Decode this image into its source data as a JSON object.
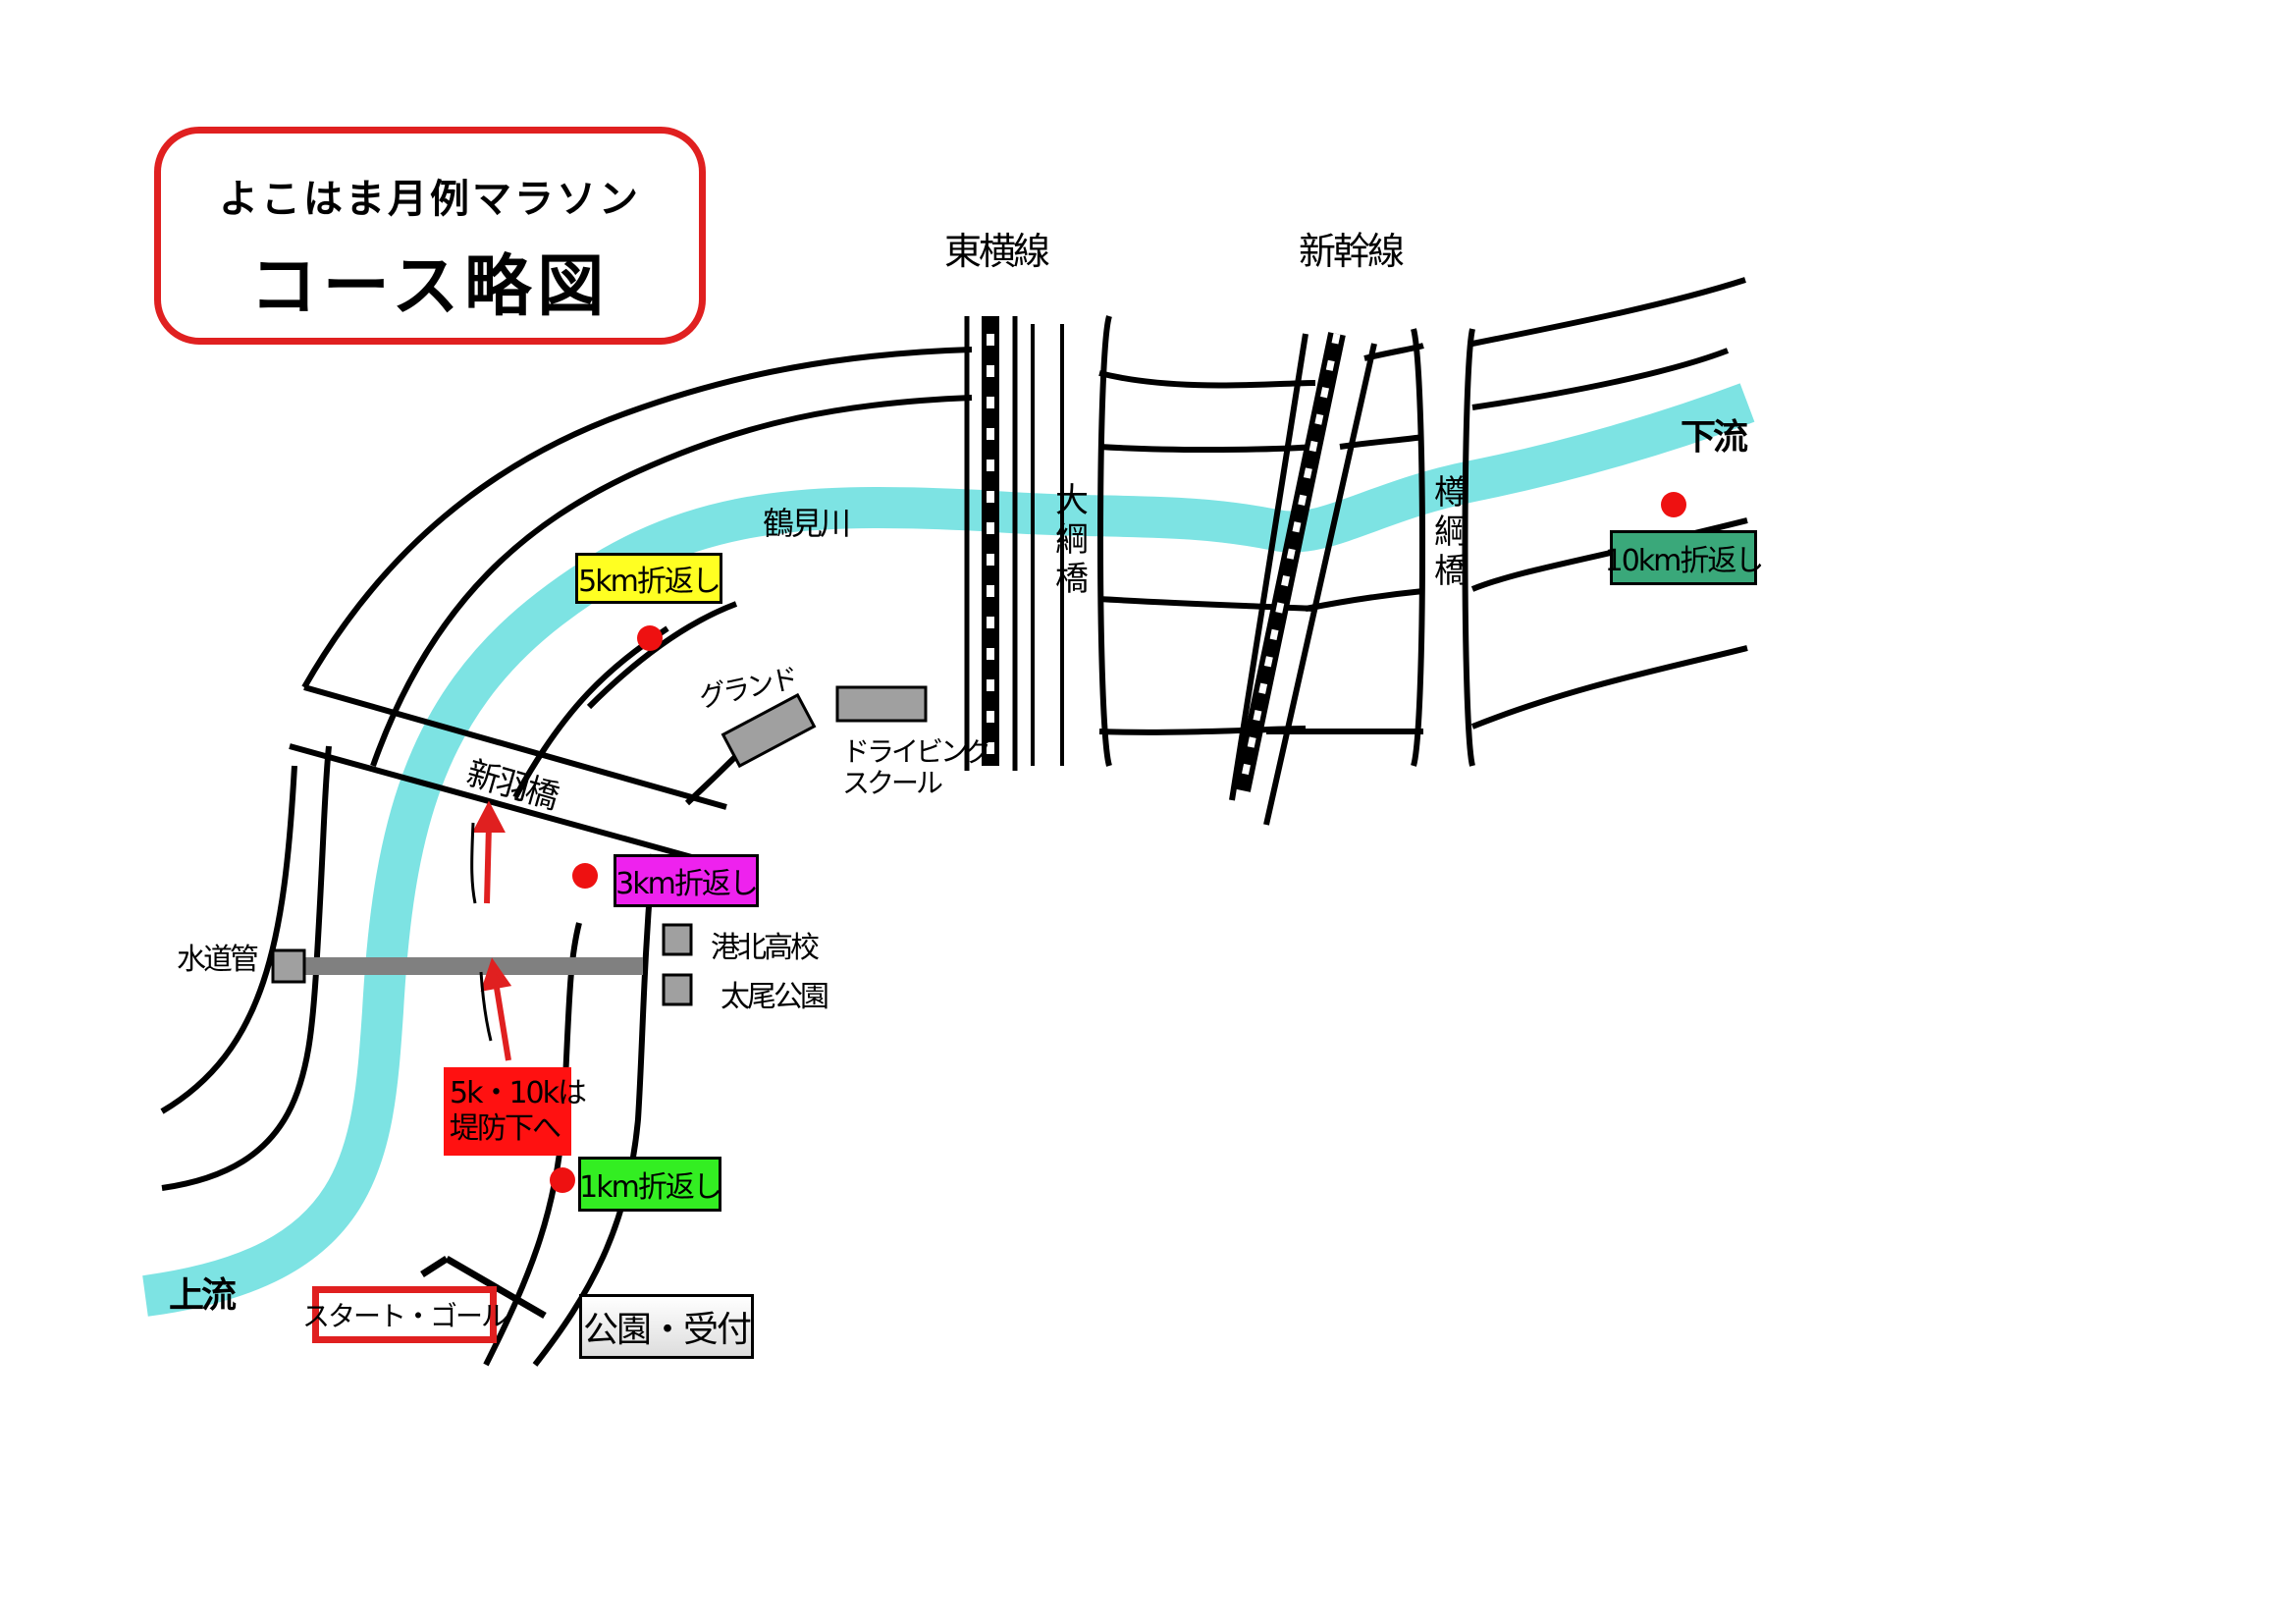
{
  "title": {
    "subtitle": "よこはま月例マラソン",
    "main": "コース略図"
  },
  "labels": {
    "toyoko_line": "東横線",
    "shinkansen": "新幹線",
    "tsurumi_river": "鶴見川",
    "downstream": "下流",
    "upstream": "上流",
    "ootsuna_bridge": "大綱橋",
    "taru_tsuna_bridge": "樽綱橋",
    "shinhane_bridge": "新羽橋",
    "ground": "グランド",
    "driving_school": "ドライビング\nスクール",
    "water_pipe": "水道管",
    "kohoku_high": "港北高校",
    "oo_park": "太尾公園"
  },
  "checkpoints": {
    "turn_5km": "5km折返し",
    "turn_3km": "3km折返し",
    "turn_10km": "10km折返し",
    "turn_1km": "1km折返し",
    "note_5k10k": "5k・10kは\n堤防下へ",
    "start_goal": "スタート・ゴール",
    "park_reception": "公園・受付"
  },
  "colors": {
    "river": "#7de3e3",
    "title_border": "#e02020",
    "marker": "#ee1111",
    "turn_5km_fill": "#ffff22",
    "turn_3km_fill": "#ee22ee",
    "turn_10km_fill": "#3aa87a",
    "turn_1km_fill": "#33ee22",
    "note_fill": "#ff1111",
    "building_fill": "#a0a0a0",
    "pipe": "#808080"
  }
}
